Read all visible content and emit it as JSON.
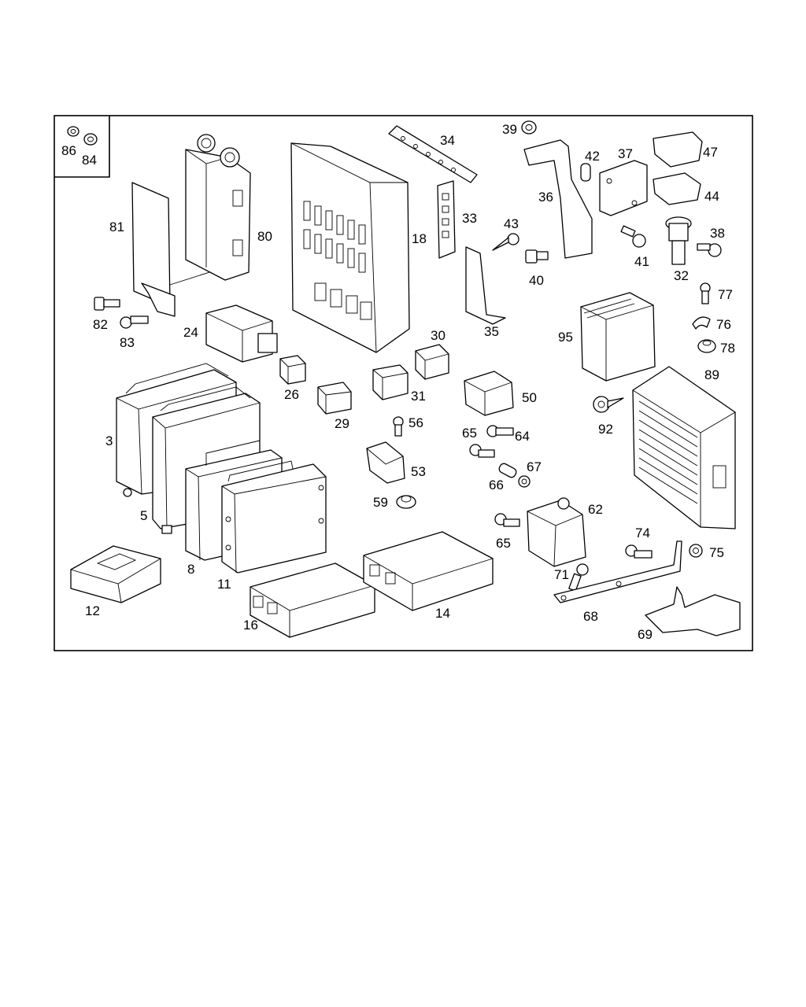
{
  "callouts": [
    {
      "id": "86",
      "text": "86"
    },
    {
      "id": "84",
      "text": "84"
    },
    {
      "id": "81",
      "text": "81"
    },
    {
      "id": "80",
      "text": "80"
    },
    {
      "id": "82",
      "text": "82"
    },
    {
      "id": "83",
      "text": "83"
    },
    {
      "id": "24",
      "text": "24"
    },
    {
      "id": "3",
      "text": "3"
    },
    {
      "id": "5",
      "text": "5"
    },
    {
      "id": "8",
      "text": "8"
    },
    {
      "id": "11",
      "text": "11"
    },
    {
      "id": "12",
      "text": "12"
    },
    {
      "id": "16",
      "text": "16"
    },
    {
      "id": "14",
      "text": "14"
    },
    {
      "id": "18",
      "text": "18"
    },
    {
      "id": "34",
      "text": "34"
    },
    {
      "id": "33",
      "text": "33"
    },
    {
      "id": "35",
      "text": "35"
    },
    {
      "id": "26",
      "text": "26"
    },
    {
      "id": "29",
      "text": "29"
    },
    {
      "id": "30",
      "text": "30"
    },
    {
      "id": "31",
      "text": "31"
    },
    {
      "id": "56",
      "text": "56"
    },
    {
      "id": "53",
      "text": "53"
    },
    {
      "id": "59",
      "text": "59"
    },
    {
      "id": "39",
      "text": "39"
    },
    {
      "id": "36",
      "text": "36"
    },
    {
      "id": "43",
      "text": "43"
    },
    {
      "id": "40",
      "text": "40"
    },
    {
      "id": "42",
      "text": "42"
    },
    {
      "id": "37",
      "text": "37"
    },
    {
      "id": "41",
      "text": "41"
    },
    {
      "id": "47",
      "text": "47"
    },
    {
      "id": "44",
      "text": "44"
    },
    {
      "id": "38",
      "text": "38"
    },
    {
      "id": "32",
      "text": "32"
    },
    {
      "id": "77",
      "text": "77"
    },
    {
      "id": "76",
      "text": "76"
    },
    {
      "id": "78",
      "text": "78"
    },
    {
      "id": "95",
      "text": "95"
    },
    {
      "id": "89",
      "text": "89"
    },
    {
      "id": "92",
      "text": "92"
    },
    {
      "id": "50",
      "text": "50"
    },
    {
      "id": "65a",
      "text": "65"
    },
    {
      "id": "64",
      "text": "64"
    },
    {
      "id": "67",
      "text": "67"
    },
    {
      "id": "66",
      "text": "66"
    },
    {
      "id": "62",
      "text": "62"
    },
    {
      "id": "65b",
      "text": "65"
    },
    {
      "id": "74",
      "text": "74"
    },
    {
      "id": "75",
      "text": "75"
    },
    {
      "id": "71",
      "text": "71"
    },
    {
      "id": "68",
      "text": "68"
    },
    {
      "id": "69",
      "text": "69"
    }
  ]
}
